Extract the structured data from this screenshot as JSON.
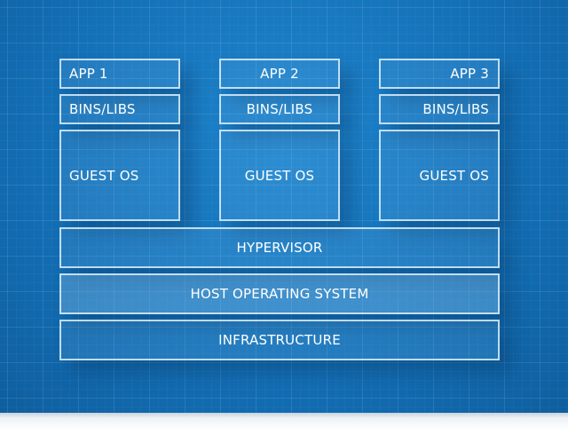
{
  "columns": [
    {
      "app": "APP 1",
      "bins": "BINS/LIBS",
      "guest": "GUEST OS"
    },
    {
      "app": "APP 2",
      "bins": "BINS/LIBS",
      "guest": "GUEST OS"
    },
    {
      "app": "APP 3",
      "bins": "BINS/LIBS",
      "guest": "GUEST OS"
    }
  ],
  "layers": {
    "hypervisor": "HYPERVISOR",
    "host_os": "HOST OPERATING SYSTEM",
    "infrastructure": "INFRASTRUCTURE"
  },
  "colors": {
    "background": "#1471b8",
    "box_border": "#dceefc",
    "text": "#ffffff"
  }
}
